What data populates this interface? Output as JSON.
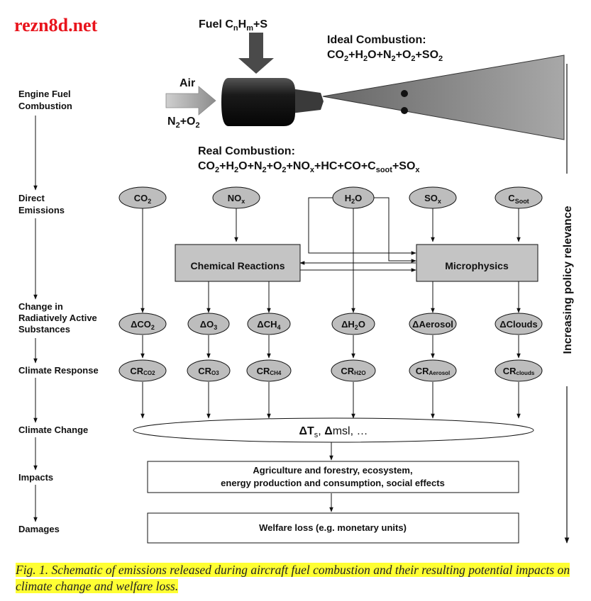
{
  "watermark": "rezn8d.net",
  "engine": {
    "fuel_label": "Fuel C",
    "fuel_sub1": "n",
    "fuel_mid": "H",
    "fuel_sub2": "m",
    "fuel_end": "+S",
    "air_label": "Air",
    "air_n2": "N",
    "air_n2_sub": "2",
    "air_o2": "+O",
    "air_o2_sub": "2",
    "ideal_title": "Ideal Combustion:",
    "ideal_parts": [
      {
        "t": "CO",
        "s": "2"
      },
      {
        "t": "+H",
        "s": "2"
      },
      {
        "t": "O+N",
        "s": "2"
      },
      {
        "t": "+O",
        "s": "2"
      },
      {
        "t": "+SO",
        "s": "2"
      }
    ],
    "real_title": "Real Combustion:",
    "real_parts": [
      {
        "t": "CO",
        "s": "2"
      },
      {
        "t": "+H",
        "s": "2"
      },
      {
        "t": "O+N",
        "s": "2"
      },
      {
        "t": "+O",
        "s": "2"
      },
      {
        "t": "+NO",
        "s": "x"
      },
      {
        "t": "+HC+CO+C",
        "s": "soot"
      },
      {
        "t": "+SO",
        "s": "x"
      }
    ]
  },
  "stages": [
    {
      "line1": "Engine Fuel",
      "line2": "Combustion"
    },
    {
      "line1": "Direct",
      "line2": "Emissions"
    },
    {
      "line1": "Change in",
      "line2": "Radiatively Active",
      "line3": "Substances"
    },
    {
      "line1": "Climate Response"
    },
    {
      "line1": "Climate Change"
    },
    {
      "line1": "Impacts"
    },
    {
      "line1": "Damages"
    }
  ],
  "emissions": [
    {
      "main": "CO",
      "sub": "2"
    },
    {
      "main": "NO",
      "sub": "x"
    },
    {
      "main": "H",
      "sub": "2",
      "tail": "O"
    },
    {
      "main": "SO",
      "sub": "x"
    },
    {
      "main": "C",
      "sub": "Soot"
    }
  ],
  "processes": {
    "chemical": "Chemical Reactions",
    "micro": "Microphysics"
  },
  "deltas": [
    {
      "main": "ΔCO",
      "sub": "2"
    },
    {
      "main": "ΔO",
      "sub": "3"
    },
    {
      "main": "ΔCH",
      "sub": "4"
    },
    {
      "main": "ΔH",
      "sub": "2",
      "tail": "O"
    },
    {
      "main": "ΔAerosol"
    },
    {
      "main": "ΔClouds"
    }
  ],
  "responses": [
    {
      "main": "CR",
      "sub": "CO2"
    },
    {
      "main": "CR",
      "sub": "O3"
    },
    {
      "main": "CR",
      "sub": "CH4"
    },
    {
      "main": "CR",
      "sub": "H2O"
    },
    {
      "main": "CR",
      "sub": "Aerosol"
    },
    {
      "main": "CR",
      "sub": "clouds"
    }
  ],
  "climate_change": {
    "d1": "ΔT",
    "d1_sub": "s",
    "rest": ", ",
    "d2": "Δ",
    "d2_rest": "msl, …"
  },
  "impacts": {
    "line1": "Agriculture and forestry, ecosystem,",
    "line2": "energy production and consumption, social effects"
  },
  "damages": {
    "label": "Welfare loss (e.g. monetary units)"
  },
  "side_label": "Increasing policy relevance",
  "caption": "Fig. 1. Schematic of emissions released during aircraft fuel combustion and their resulting potential impacts on climate change and welfare loss.",
  "colors": {
    "node_fill": "#bdbdbd",
    "box_fill": "#c4c4c4",
    "watermark": "#e8141c",
    "highlight": "#ffff33"
  }
}
